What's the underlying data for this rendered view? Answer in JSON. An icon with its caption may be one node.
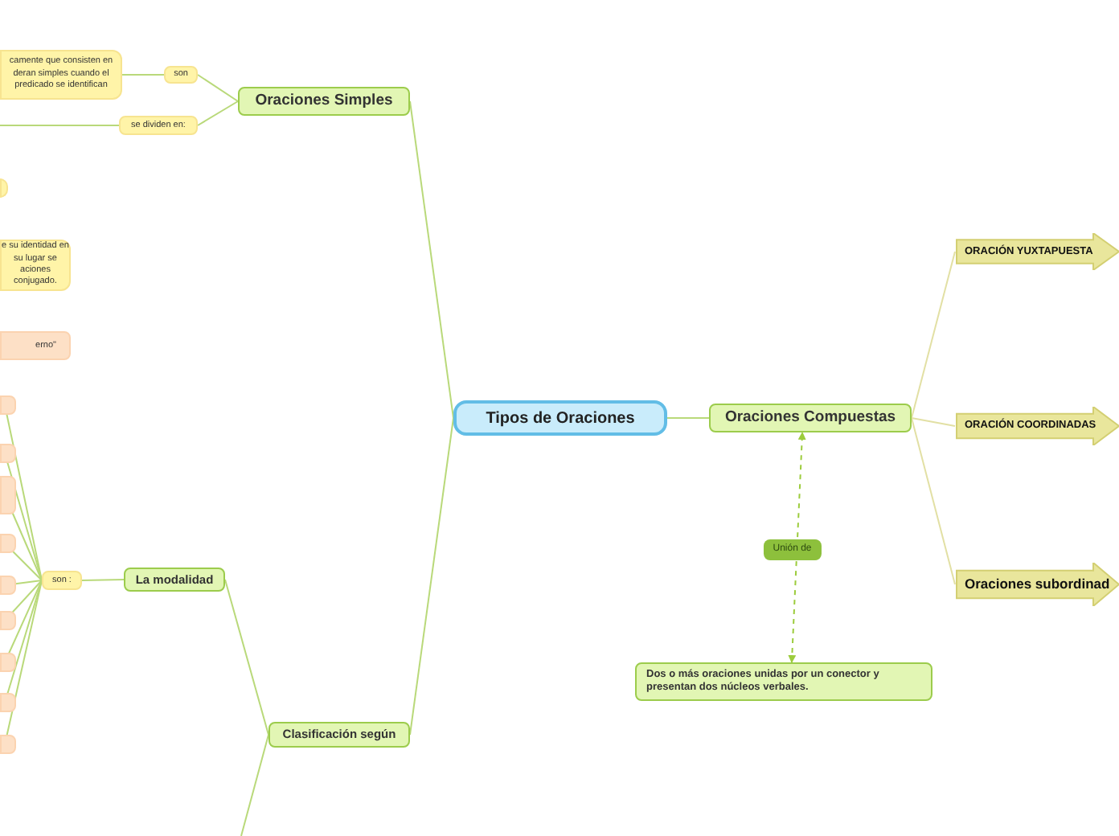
{
  "diagram": {
    "nodes": [
      {
        "text": [
          "Tipos de Oraciones"
        ]
      },
      {
        "text": [
          "Oraciones Simples"
        ]
      },
      {
        "text": [
          "son"
        ]
      },
      {
        "text": [
          "camente que consisten en deran simples cuando el predicado se identifican"
        ]
      },
      {
        "text": [
          "se dividen en:"
        ]
      },
      {
        "text": [],
        "shape": "box"
      },
      {
        "text": [
          "e su identidad en su lugar se aciones conjugado."
        ]
      },
      {
        "text": [
          "erno\""
        ]
      },
      {
        "text": [
          "Oraciones Compuestas"
        ]
      },
      {
        "text": [
          "ORACIÓN YUXTAPUESTA"
        ]
      },
      {
        "text": [
          "ORACIÓN COORDINADAS"
        ]
      },
      {
        "text": [
          "Oraciones subordinad"
        ]
      },
      {
        "text": [
          "Dos o más oraciones unidas por un conector y presentan dos núcleos verbales."
        ]
      },
      {
        "text": [
          "Clasificación según"
        ]
      },
      {
        "text": [
          "La modalidad"
        ]
      },
      {
        "text": [
          "son :"
        ]
      },
      {
        "text": [],
        "shape": "box"
      },
      {
        "text": [],
        "shape": "box"
      },
      {
        "text": [],
        "shape": "box"
      },
      {
        "text": [],
        "shape": "box"
      },
      {
        "text": [],
        "shape": "box"
      },
      {
        "text": [],
        "shape": "box"
      },
      {
        "text": [],
        "shape": "box"
      },
      {
        "text": [],
        "shape": "box"
      },
      {
        "text": [],
        "shape": "box"
      }
    ],
    "edges": [
      {
        "from": 0,
        "to": 1,
        "arrow": "none"
      },
      {
        "from": 1,
        "to": 2,
        "arrow": "none"
      },
      {
        "from": 2,
        "to": 3,
        "arrow": "none"
      },
      {
        "from": 1,
        "to": 4,
        "arrow": "none"
      },
      {
        "from": 4,
        "to": null,
        "arrow": "none"
      },
      {
        "from": 0,
        "to": 8,
        "arrow": "none"
      },
      {
        "from": 8,
        "to": 9,
        "arrow": "none",
        "color": "#e2e0a4"
      },
      {
        "from": 8,
        "to": 10,
        "arrow": "none",
        "color": "#e2e0a4"
      },
      {
        "from": 8,
        "to": 11,
        "arrow": "none",
        "color": "#e2e0a4"
      },
      {
        "from": 12,
        "to": 8,
        "arrow": "both",
        "label": "Unión de",
        "style": "dashed",
        "color": "#9ccc3c"
      },
      {
        "from": 0,
        "to": 13,
        "arrow": "none"
      },
      {
        "from": 13,
        "to": 14,
        "arrow": "none"
      },
      {
        "from": 13,
        "to": null,
        "arrow": "none"
      },
      {
        "from": 14,
        "to": 15,
        "arrow": "none"
      },
      {
        "from": 15,
        "to": 16,
        "arrow": "none"
      },
      {
        "from": 15,
        "to": 17,
        "arrow": "none"
      },
      {
        "from": 15,
        "to": 18,
        "arrow": "none"
      },
      {
        "from": 15,
        "to": 19,
        "arrow": "none"
      },
      {
        "from": 15,
        "to": 20,
        "arrow": "none"
      },
      {
        "from": 15,
        "to": 21,
        "arrow": "none"
      },
      {
        "from": 15,
        "to": 22,
        "arrow": "none"
      },
      {
        "from": 15,
        "to": 23,
        "arrow": "none"
      },
      {
        "from": 15,
        "to": 24,
        "arrow": "none"
      }
    ]
  }
}
